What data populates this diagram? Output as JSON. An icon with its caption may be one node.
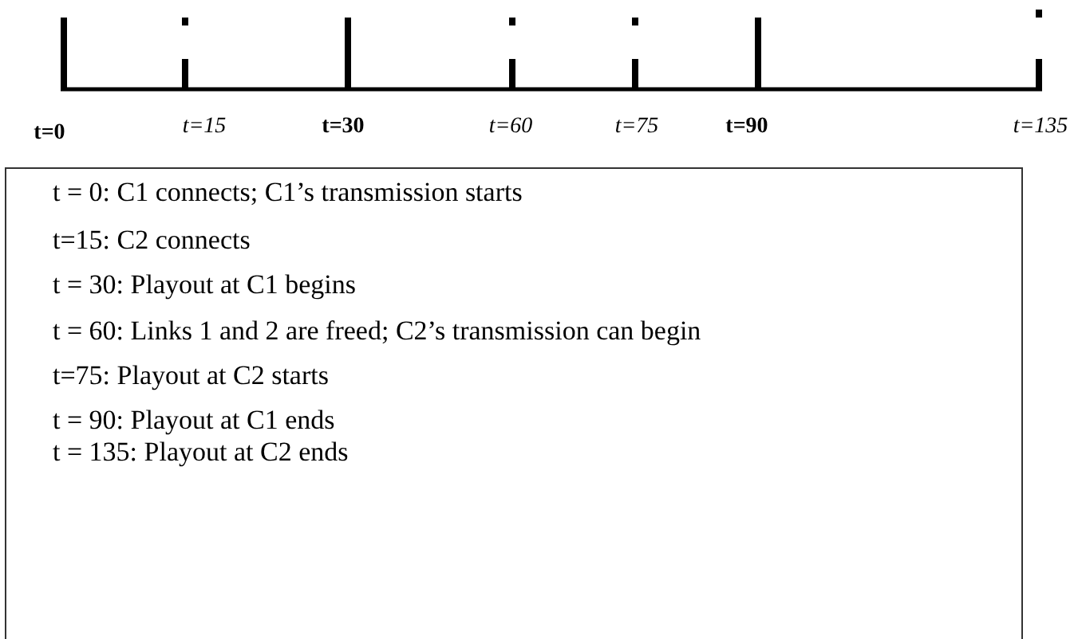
{
  "diagram": {
    "nodes": [
      {
        "text": [
          "t = 0: C1 connects; C1’s transmission starts",
          "t=15: C2 connects",
          "t = 30: Playout at C1 begins",
          "t = 60: Links 1 and 2 are freed; C2’s transmission can begin",
          "t=75: Playout at C2 starts",
          "t = 90: Playout at C1 ends",
          "t = 135: Playout at C2 ends"
        ]
      }
    ],
    "labels": [
      "t=0",
      "t=15",
      "t=30",
      "t=60",
      "t=75",
      "t=90",
      "t=135"
    ]
  }
}
